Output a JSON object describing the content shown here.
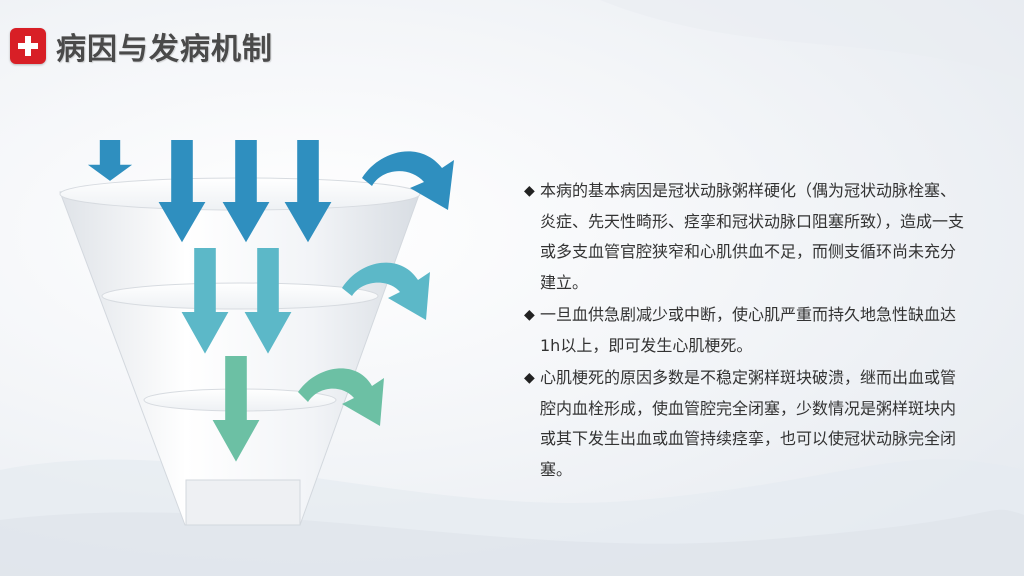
{
  "header": {
    "title": "病因与发病机制",
    "badge_icon": "medical-cross-icon",
    "badge_color": "#d81f26"
  },
  "funnel": {
    "tier_colors": [
      "#2f8fbf",
      "#5cb8c8",
      "#6cc0a4"
    ],
    "icon": "funnel-arrows-diagram"
  },
  "content": {
    "bullet_symbol": "◆",
    "paragraphs": [
      "本病的基本病因是冠状动脉粥样硬化（偶为冠状动脉栓塞、炎症、先天性畸形、痉挛和冠状动脉口阻塞所致），造成一支或多支血管官腔狭窄和心肌供血不足，而侧支循环尚未充分建立。",
      "一旦血供急剧减少或中断，使心肌严重而持久地急性缺血达1h以上，即可发生心肌梗死。",
      "心肌梗死的原因多数是不稳定粥样斑块破溃，继而出血或管腔内血栓形成，使血管腔完全闭塞，少数情况是粥样斑块内或其下发生出血或血管持续痉挛，也可以使冠状动脉完全闭塞。"
    ]
  }
}
